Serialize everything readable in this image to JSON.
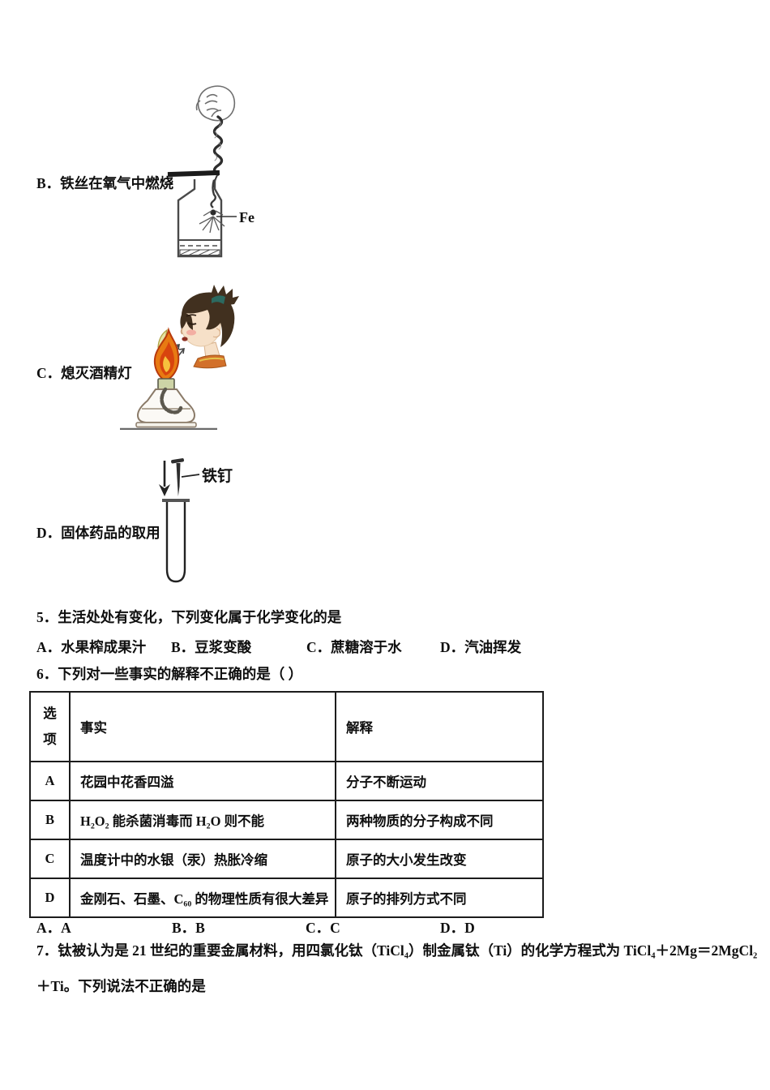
{
  "figure_b": {
    "label": "B．铁丝在氧气中燃烧",
    "fe_label": "Fe"
  },
  "figure_c": {
    "label": "C．熄灭酒精灯"
  },
  "figure_d": {
    "label": "D．固体药品的取用",
    "nail_label": "铁钉"
  },
  "q5": {
    "stem": "5．生活处处有变化，下列变化属于化学变化的是",
    "options": [
      "A．水果榨成果汁",
      "B．豆浆变酸",
      "C．蔗糖溶于水",
      "D．汽油挥发"
    ]
  },
  "q6": {
    "stem": "6．下列对一些事实的解释不正确的是（  ）",
    "table": {
      "col_option": "选项",
      "col_fact": "事实",
      "col_explain": "解释",
      "rows": [
        {
          "option": "A",
          "fact": "花园中花香四溢",
          "explanation": "分子不断运动"
        },
        {
          "option": "B",
          "fact": "H₂O₂ 能杀菌消毒而 H₂O 则不能",
          "explanation": "两种物质的分子构成不同"
        },
        {
          "option": "C",
          "fact": "温度计中的水银（汞）热胀冷缩",
          "explanation": "原子的大小发生改变"
        },
        {
          "option": "D",
          "fact": "金刚石、石墨、C₆₀ 的物理性质有很大差异",
          "explanation": "原子的排列方式不同"
        }
      ]
    },
    "answers": [
      "A．A",
      "B．B",
      "C．C",
      "D．D"
    ]
  },
  "q7": {
    "line1": "7．钛被认为是 21 世纪的重要金属材料，用四氯化钛（TiCl₄）制金属钛（Ti）的化学方程式为 TiCl₄＋2Mg＝2MgCl₂",
    "line2": "＋Ti。下列说法不正确的是"
  }
}
